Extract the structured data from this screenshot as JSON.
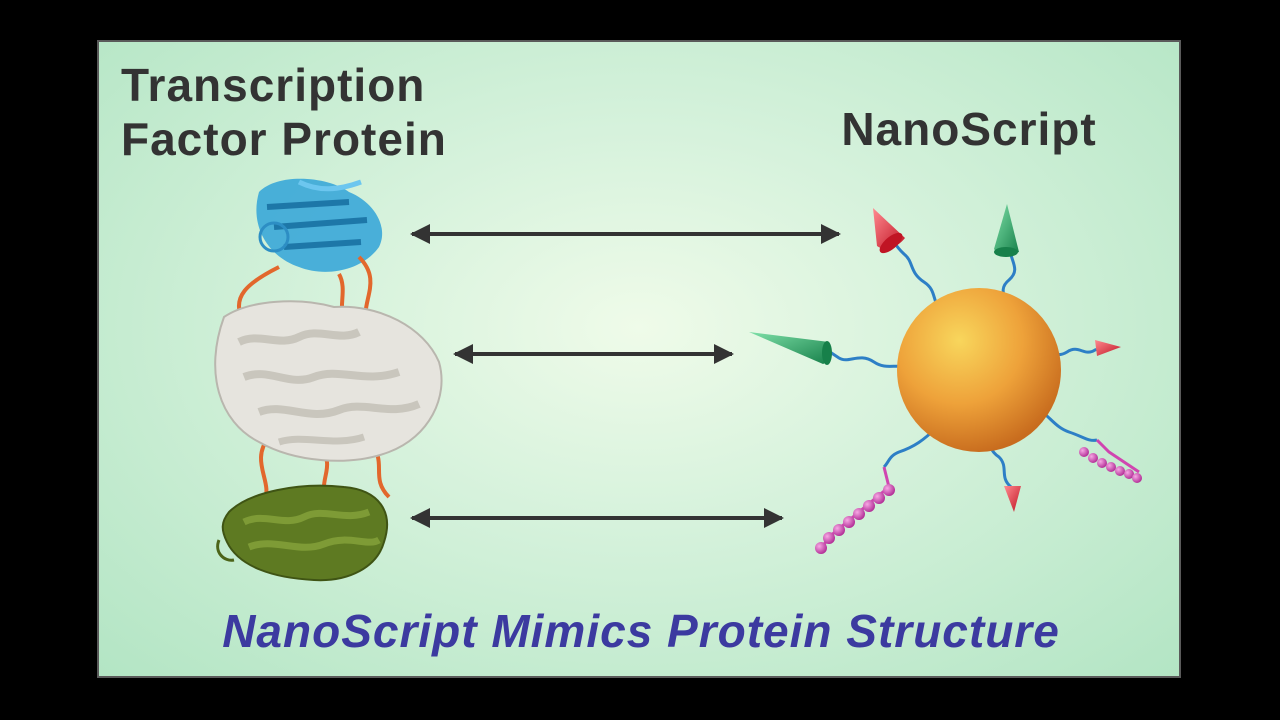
{
  "left_title": {
    "line1": "Transcription",
    "line2": "Factor Protein"
  },
  "right_title": "NanoScript",
  "caption": "NanoScript Mimics Protein Structure",
  "colors": {
    "domain_top": "#3aa7d8",
    "domain_middle": "#e6e4de",
    "domain_bottom": "#5e7a22",
    "linker": "#e2672c",
    "nanoparticle": "#f0a33a",
    "tether": "#2d7fc6",
    "cone_green": "#2fa56a",
    "cone_red": "#e8323e",
    "bead_chain": "#d045b0",
    "arrow": "#333333",
    "caption": "#3c3aa0"
  }
}
